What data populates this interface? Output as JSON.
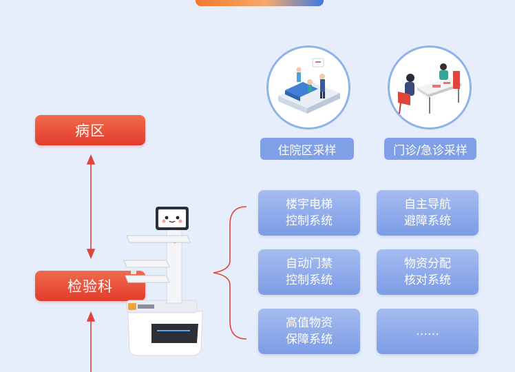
{
  "wards": {
    "ward_label": "病区",
    "lab_label": "检验科"
  },
  "sampling": [
    {
      "label": "住院区采样",
      "icon": "ward-bed-illustration-icon"
    },
    {
      "label": "门诊/急诊采样",
      "icon": "outpatient-desk-illustration-icon"
    }
  ],
  "systems": [
    {
      "line1": "楼宇电梯",
      "line2": "控制系统"
    },
    {
      "line1": "自主导航",
      "line2": "避障系统"
    },
    {
      "line1": "自动门禁",
      "line2": "控制系统"
    },
    {
      "line1": "物资分配",
      "line2": "核对系统"
    },
    {
      "line1": "高值物资",
      "line2": "保障系统"
    },
    {
      "line1": "……",
      "line2": ""
    }
  ],
  "colors": {
    "accent_red": "#e33b2d",
    "arrow_red": "#e0443a",
    "system_blue": "#7f9fe6",
    "circle_border": "#8fb2ec"
  }
}
